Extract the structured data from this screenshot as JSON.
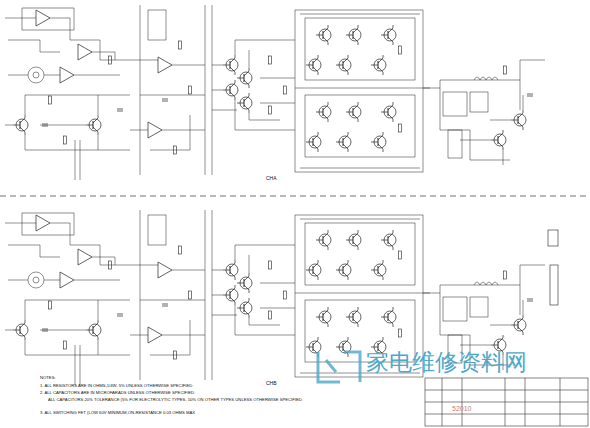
{
  "diagram": {
    "labels": [
      "CHA",
      "CHB",
      "NOTES:",
      "1. ALL RESISTORS ARE IN OHMS,1/4W, 5% UNLESS OTHERWISE SPECIFIED.",
      "2. ALL CAPACITORS ARE IN MICROFARADS UNLESS OTHERWISE SPECIFIED.",
      "ALL CAPACITORS 20% TOLERANCE (5% FOR ELECTROLYTIC TYPES, 10% ON OTHER TYPES UNLESS OTHERWISE SPECIFIED.",
      "3. ALL SWITCHING FET (LOW 60V MINIMUM,ON-RESISTANCE 0.03 OHMS MAX",
      "家电维修资料网",
      "52010"
    ]
  }
}
